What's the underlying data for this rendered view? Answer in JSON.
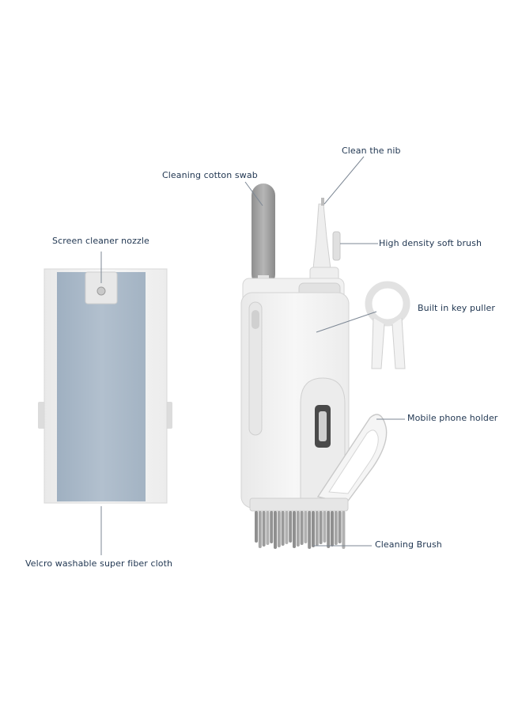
{
  "labels": {
    "clean_nib": "Clean the nib",
    "cotton_swab": "Cleaning cotton swab",
    "nozzle": "Screen cleaner nozzle",
    "soft_brush": "High density soft brush",
    "key_puller": "Built in key puller",
    "phone_holder": "Mobile phone holder",
    "cleaning_brush": "Cleaning Brush",
    "fiber_cloth": "Velcro washable super fiber cloth"
  },
  "colors": {
    "label_text": "#1f3550",
    "leader_line": "#7c8794",
    "cloth": "#a9b8c7",
    "body": "#f4f4f4",
    "outline": "#d6d6d6",
    "bristles": "#9a9a9a"
  }
}
